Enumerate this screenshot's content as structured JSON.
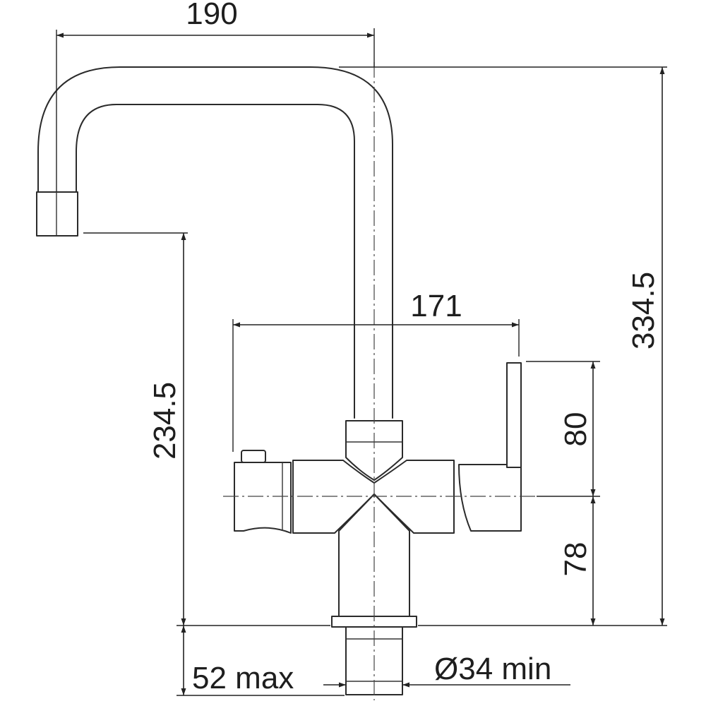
{
  "diagram": {
    "colors": {
      "line": "#2b2b2b",
      "text": "#1e1e1e",
      "background": "#ffffff"
    },
    "dimensions": {
      "spout_reach": "190",
      "total_height": "334.5",
      "spout_height": "234.5",
      "body_width": "171",
      "lever_height": "80",
      "body_to_base": "78",
      "deck_thickness": "52 max",
      "hole_diameter": "Ø34 min"
    }
  }
}
